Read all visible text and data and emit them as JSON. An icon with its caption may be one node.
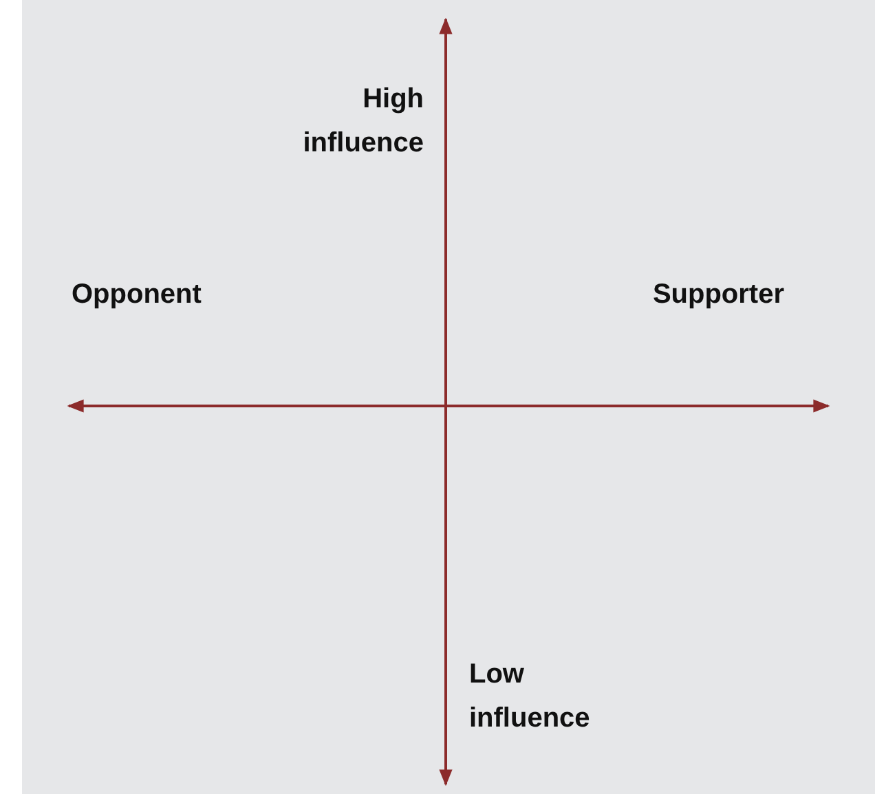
{
  "diagram": {
    "labels": [
      "High influence",
      "Opponent",
      "Supporter",
      "Low influence"
    ]
  }
}
